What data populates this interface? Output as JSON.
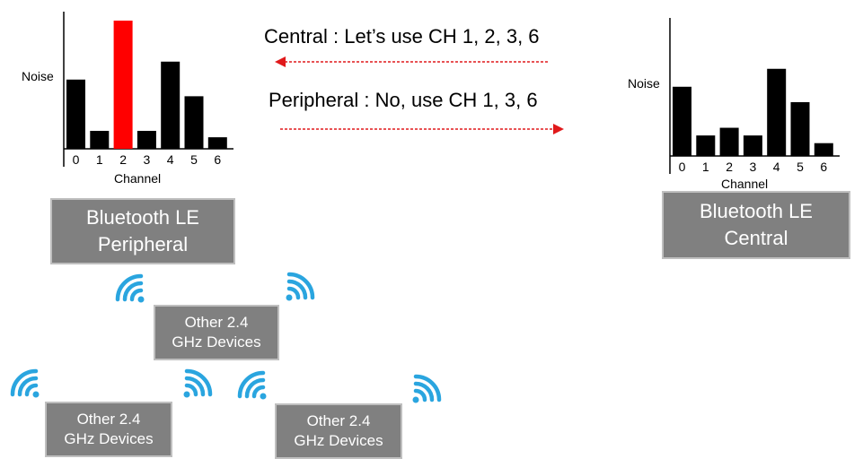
{
  "messages": {
    "central": "Central : Let’s use CH 1, 2, 3, 6",
    "peripheral": "Peripheral : No, use CH 1, 3, 6"
  },
  "colors": {
    "arrow": "#e0191b",
    "highlight": "#ff0000",
    "bar": "#000000",
    "wifi": "#2aa5df",
    "box": "#808080"
  },
  "chart_data": [
    {
      "type": "bar",
      "categories": [
        "0",
        "1",
        "2",
        "3",
        "4",
        "5",
        "6"
      ],
      "values": [
        5.4,
        1.4,
        10,
        1.4,
        6.8,
        4.1,
        0.9
      ],
      "highlight_index": 2,
      "xlabel": "Channel",
      "ylabel": "Noise",
      "ylim": [
        0,
        10
      ],
      "legend": "none",
      "grid": false
    },
    {
      "type": "bar",
      "categories": [
        "0",
        "1",
        "2",
        "3",
        "4",
        "5",
        "6"
      ],
      "values": [
        5.4,
        1.6,
        2.2,
        1.6,
        6.8,
        4.2,
        1.0
      ],
      "xlabel": "Channel",
      "ylabel": "Noise",
      "ylim": [
        0,
        10
      ],
      "legend": "none",
      "grid": false
    }
  ],
  "boxes": {
    "peripheral": [
      "Bluetooth LE",
      "Peripheral"
    ],
    "central": [
      "Bluetooth LE",
      "Central"
    ],
    "other": [
      "Other 2.4",
      "GHz Devices"
    ]
  },
  "icons": {
    "wifi": "wifi-signal-icon",
    "arrow": "dashed-arrow-icon"
  }
}
